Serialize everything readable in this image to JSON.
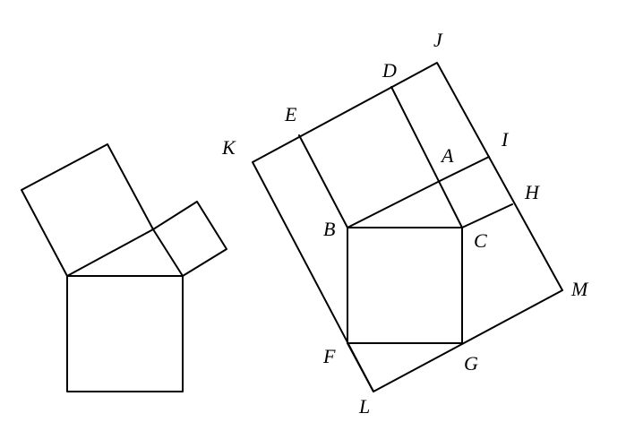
{
  "figure": {
    "stroke_color": "#000000",
    "background_color": "#ffffff",
    "labels": {
      "J": "J",
      "D": "D",
      "E": "E",
      "K": "K",
      "I": "I",
      "A": "A",
      "H": "H",
      "B": "B",
      "C": "C",
      "M": "M",
      "F": "F",
      "G": "G",
      "L": "L"
    }
  }
}
